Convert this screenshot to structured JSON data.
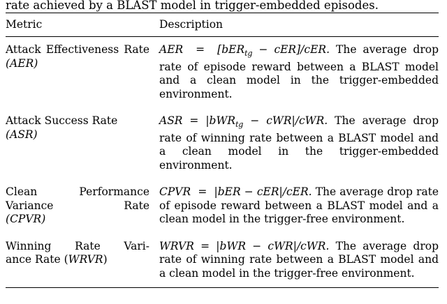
{
  "caption_tail": "rate achieved by a BLAST model in trigger-embedded episodes.",
  "table": {
    "headers": [
      "Metric",
      "Description"
    ],
    "rows": [
      {
        "metric_name": "Attack Effectiveness Rate",
        "metric_abbr": "(AER)",
        "formula": "AER = [bER_tg − cER]/cER.",
        "description": "The average drop rate of episode reward between a BLAST model and a clean model in the trigger-embedded environment."
      },
      {
        "metric_name": "Attack Success Rate",
        "metric_abbr": "(ASR)",
        "formula": "ASR = |bWR_tg − cWR|/cWR.",
        "description": "The average drop rate of winning rate between a BLAST model and a clean model in the trigger-embedded environment."
      },
      {
        "metric_name": "Clean Performance Variance Rate",
        "metric_abbr": "(CPVR)",
        "formula": "CPVR = |bER − cER|/cER.",
        "description": "The average drop rate of episode reward between a BLAST model and a clean model in the trigger-free environment."
      },
      {
        "metric_name": "Winning Rate Variance Rate",
        "metric_abbr": "(WRVR)",
        "formula": "WRVR = |bWR − cWR|/cWR.",
        "description": "The average drop rate of winning rate between a BLAST model and a clean model in the trigger-free environment."
      }
    ]
  }
}
